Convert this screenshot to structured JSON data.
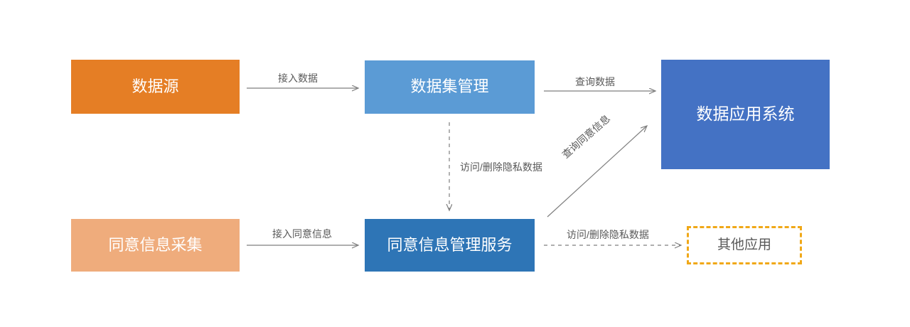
{
  "diagram": {
    "title": "",
    "background": "#ffffff",
    "nodes": [
      {
        "id": "data-source",
        "label": "数据源",
        "color": "#e57e25",
        "text_color": "#ffffff",
        "style": "solid"
      },
      {
        "id": "dataset-management",
        "label": "数据集管理",
        "color": "#5b9bd5",
        "text_color": "#ffffff",
        "style": "solid"
      },
      {
        "id": "data-app-system",
        "label": "数据应用系统",
        "color": "#4472c4",
        "text_color": "#ffffff",
        "style": "solid"
      },
      {
        "id": "consent-collection",
        "label": "同意信息采集",
        "color": "#efac7c",
        "text_color": "#ffffff",
        "style": "solid"
      },
      {
        "id": "consent-service",
        "label": "同意信息管理服务",
        "color": "#2e75b6",
        "text_color": "#ffffff",
        "style": "solid"
      },
      {
        "id": "other-apps",
        "label": "其他应用",
        "color": "#ffffff",
        "text_color": "#595959",
        "border_color": "#f0a818",
        "style": "dashed"
      }
    ],
    "edges": [
      {
        "id": "ingest-data",
        "label": "接入数据",
        "from": "data-source",
        "to": "dataset-management",
        "style": "solid",
        "color": "#7f7f7f"
      },
      {
        "id": "query-data",
        "label": "查询数据",
        "from": "dataset-management",
        "to": "data-app-system",
        "style": "solid",
        "color": "#7f7f7f"
      },
      {
        "id": "access-delete-private-top",
        "label": "访问/删除隐私数据",
        "from": "dataset-management",
        "to": "consent-service",
        "style": "dashed",
        "color": "#7f7f7f"
      },
      {
        "id": "query-consent",
        "label": "查询同意信息",
        "from": "consent-service",
        "to": "data-app-system",
        "style": "solid",
        "color": "#7f7f7f"
      },
      {
        "id": "ingest-consent",
        "label": "接入同意信息",
        "from": "consent-collection",
        "to": "consent-service",
        "style": "solid",
        "color": "#7f7f7f"
      },
      {
        "id": "access-delete-private-bottom",
        "label": "访问/删除隐私数据",
        "from": "consent-service",
        "to": "other-apps",
        "style": "dashed",
        "color": "#7f7f7f"
      }
    ]
  }
}
